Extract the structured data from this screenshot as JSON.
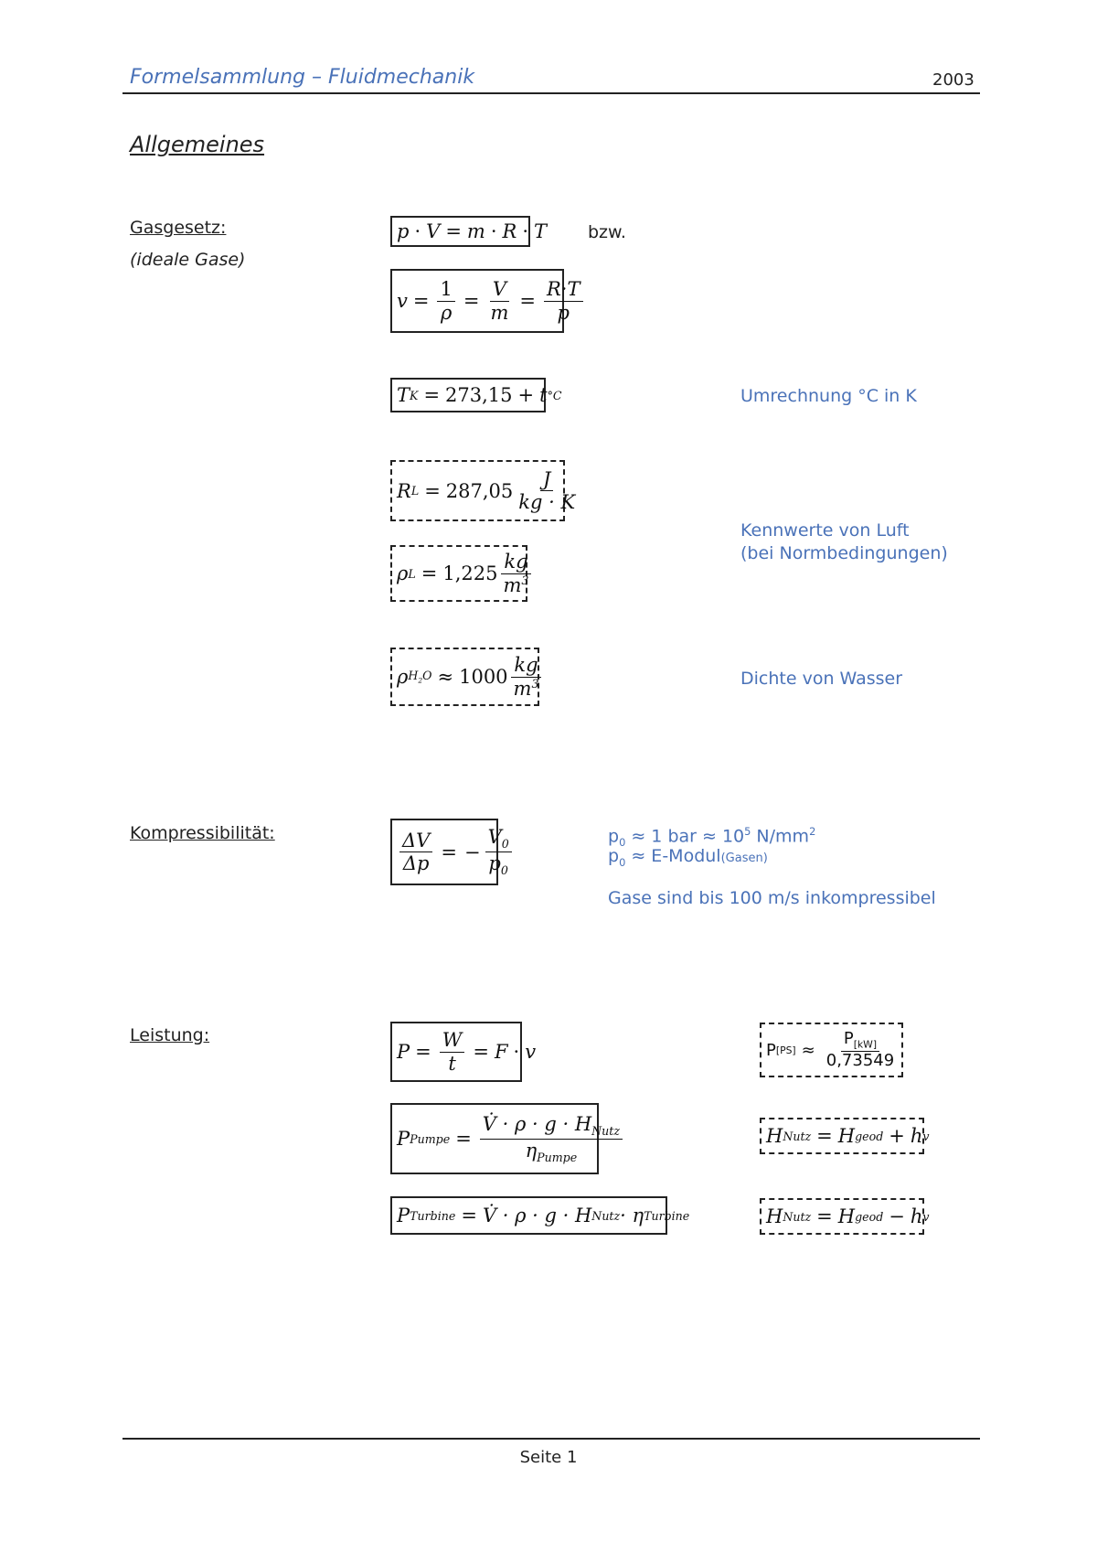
{
  "header": {
    "title": "Formelsammlung – Fluidmechanik",
    "year": "2003"
  },
  "section_title": "Allgemeines",
  "gas_law": {
    "label": "Gasgesetz:",
    "sublabel": "(ideale Gase)",
    "bzw": "bzw.",
    "conversion_note": "Umrechnung °C in K",
    "air_note_line1": "Kennwerte von Luft",
    "air_note_line2": "(bei Normbedingungen)",
    "water_note": "Dichte von Wasser"
  },
  "compressibility": {
    "label": "Kompressibilität:",
    "note_line1_prefix": "p",
    "note_line1_sub": "0",
    "note_line1_text": " ≈ 1 bar ≈ 10",
    "note_line1_sup": "5",
    "note_line1_unit": " N/mm",
    "note_line1_unit_sup": "2",
    "note_line2_prefix": "p",
    "note_line2_sub": "0",
    "note_line2_text": " ≈ E-Modul",
    "note_line2_small": "(Gasen)",
    "note_line3": "Gase sind bis 100 m/s inkompressibel"
  },
  "power": {
    "label": "Leistung:"
  },
  "formulas": {
    "r_air_value": "287,05",
    "rho_air_value": "1,225",
    "rho_water_value": "1000",
    "tk_value": "273,15",
    "ps_divisor": "0,73549"
  },
  "footer": {
    "page": "Seite 1"
  }
}
